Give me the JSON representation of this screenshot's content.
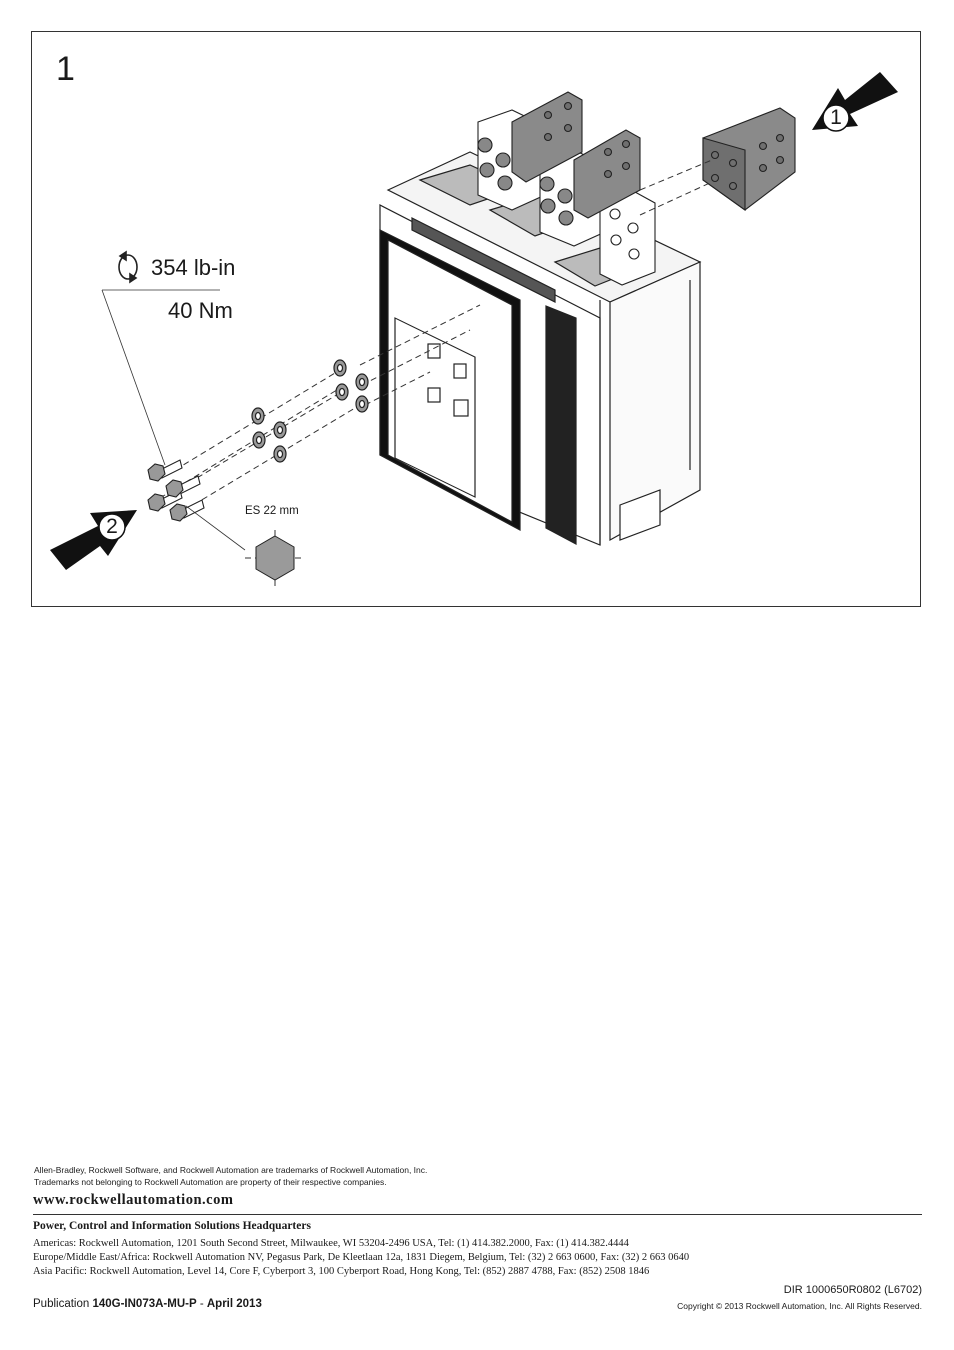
{
  "figure": {
    "step_number": "1",
    "callout_1": "1",
    "callout_2": "2",
    "torque_imperial": "354 lb-in",
    "torque_metric": "40 Nm",
    "wrench_size": "ES 22 mm"
  },
  "footer": {
    "trademark_line1": "Allen-Bradley, Rockwell Software, and Rockwell Automation are trademarks of Rockwell Automation, Inc.",
    "trademark_line2": "Trademarks not belonging to Rockwell Automation are property of their respective companies.",
    "website": "www.rockwellautomation.com",
    "hq_title": "Power, Control and Information Solutions Headquarters",
    "address_americas": "Americas: Rockwell Automation, 1201 South Second Street, Milwaukee, WI 53204-2496 USA, Tel: (1) 414.382.2000, Fax: (1) 414.382.4444",
    "address_emea": "Europe/Middle East/Africa: Rockwell Automation NV, Pegasus Park, De Kleetlaan 12a, 1831 Diegem, Belgium, Tel: (32) 2 663 0600, Fax: (32) 2 663 0640",
    "address_asia": "Asia Pacific: Rockwell Automation, Level 14, Core F, Cyberport 3, 100 Cyberport Road, Hong Kong, Tel: (852) 2887 4788, Fax: (852) 2508 1846",
    "dir": "DIR 1000650R0802 (L6702)",
    "copyright": "Copyright © 2013 Rockwell Automation, Inc. All Rights Reserved.",
    "publication_prefix": "Publication ",
    "publication_number": "140G-IN073A-MU-P",
    "publication_sep": " - ",
    "publication_date": "April 2013"
  }
}
